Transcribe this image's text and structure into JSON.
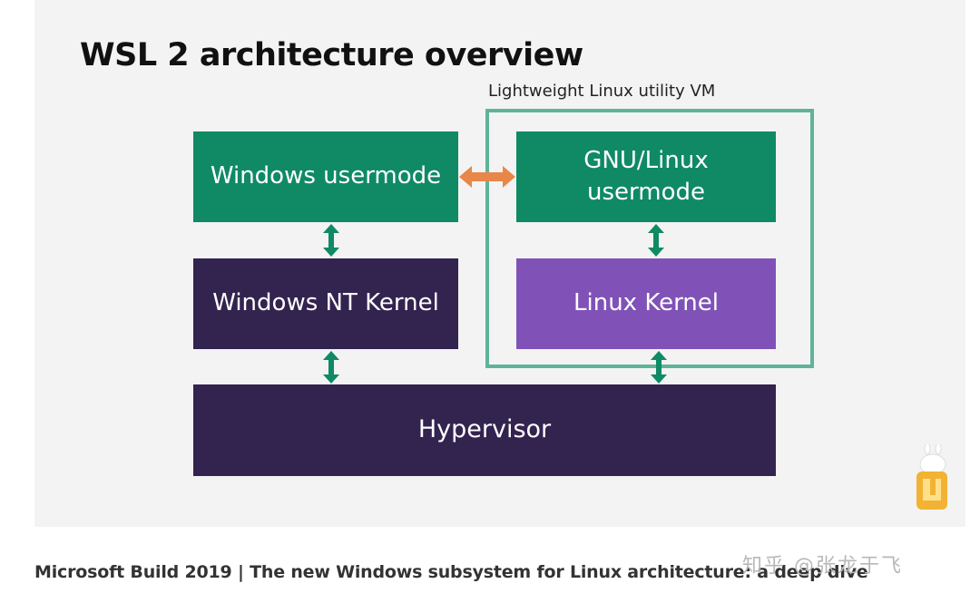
{
  "diagram": {
    "title": "WSL 2 architecture overview",
    "vm_label": "Lightweight Linux utility VM",
    "boxes": {
      "windows_usermode": "Windows usermode",
      "gnu_linux_usermode": "GNU/Linux usermode",
      "windows_nt_kernel": "Windows NT Kernel",
      "linux_kernel": "Linux Kernel",
      "hypervisor": "Hypervisor"
    },
    "colors": {
      "usermode": "#0f8a64",
      "kernel": "#33234f",
      "linux_kernel": "#8052b7",
      "vm_border": "#5fb39a",
      "cross_arrow": "#e8874a",
      "vertical_arrows": "#0f8a64"
    }
  },
  "caption": "Microsoft Build 2019 | The new Windows subsystem for Linux architecture: a deep dive",
  "watermark": "知乎 @张龙于飞"
}
